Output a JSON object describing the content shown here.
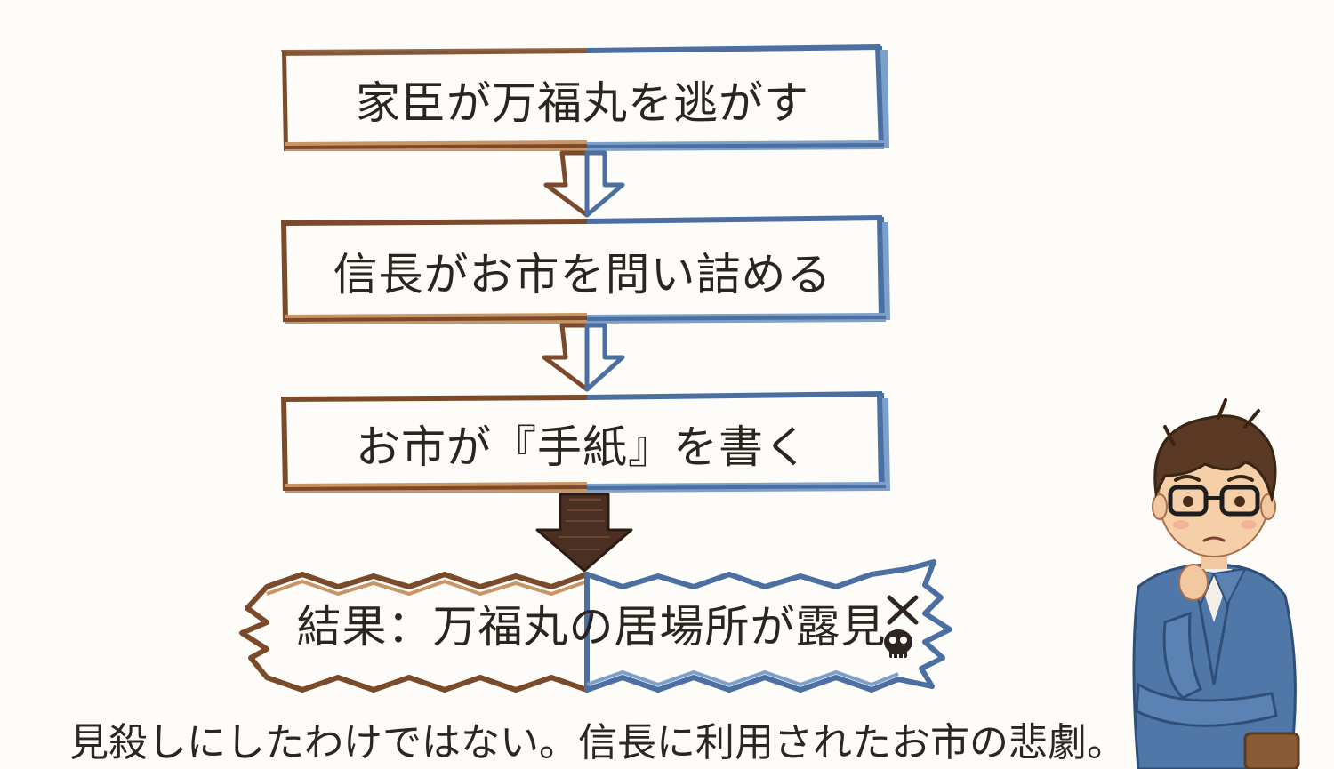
{
  "steps": [
    {
      "label": "家臣が万福丸を逃がす"
    },
    {
      "label": "信長がお市を問い詰める"
    },
    {
      "label": "お市が『手紙』を書く"
    }
  ],
  "result": {
    "label": "結果：万福丸の居場所が露見"
  },
  "caption": "見殺しにしたわけではない。信長に利用されたお市の悲劇。",
  "colors": {
    "brown": "#7a4a2a",
    "brown_light": "#c89566",
    "blue": "#4a6fa0",
    "blue_light": "#7d9fc9",
    "dark_arrow": "#4a2f22",
    "background": "#fdfcf8"
  },
  "icons": [
    "skull-icon",
    "cross-mark-icon"
  ]
}
